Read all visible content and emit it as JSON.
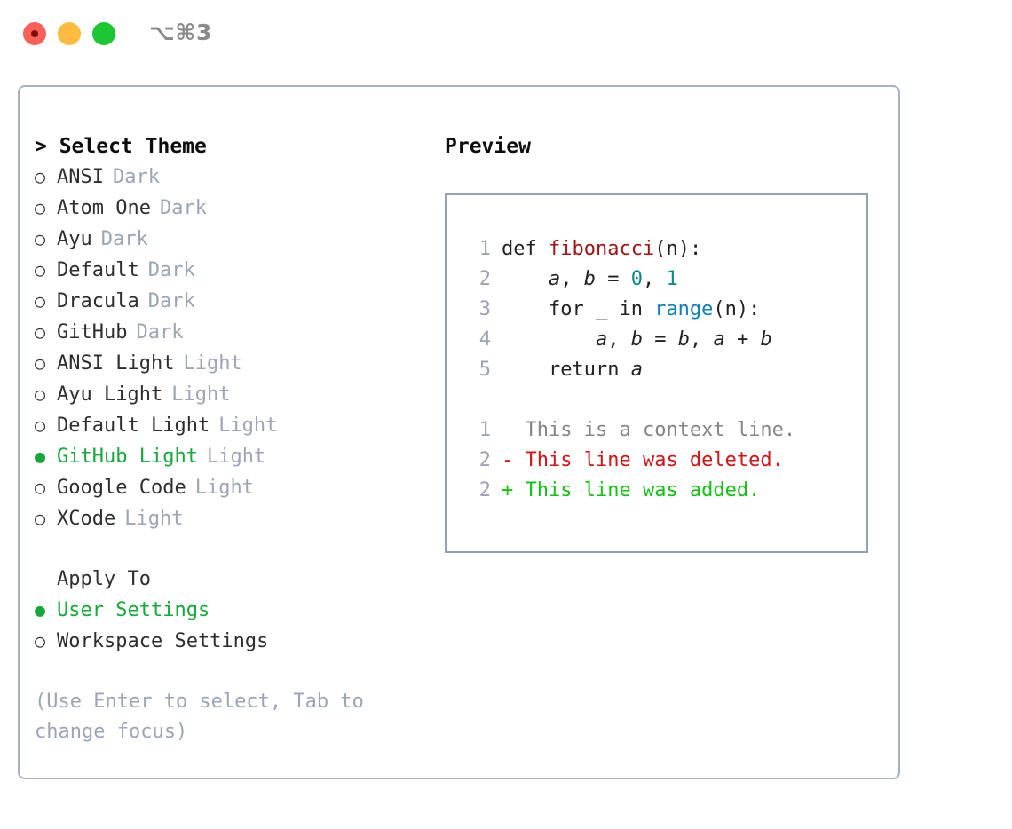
{
  "titlebar": {
    "shortcut": "⌥⌘3",
    "lights": [
      "close",
      "minimize",
      "zoom"
    ]
  },
  "theme_panel": {
    "heading": "> Select Theme",
    "items": [
      {
        "bullet": "○",
        "label": "ANSI",
        "tag": "Dark",
        "selected": false
      },
      {
        "bullet": "○",
        "label": "Atom One",
        "tag": "Dark",
        "selected": false
      },
      {
        "bullet": "○",
        "label": "Ayu",
        "tag": "Dark",
        "selected": false
      },
      {
        "bullet": "○",
        "label": "Default",
        "tag": "Dark",
        "selected": false
      },
      {
        "bullet": "○",
        "label": "Dracula",
        "tag": "Dark",
        "selected": false
      },
      {
        "bullet": "○",
        "label": "GitHub",
        "tag": "Dark",
        "selected": false
      },
      {
        "bullet": "○",
        "label": "ANSI Light",
        "tag": "Light",
        "selected": false
      },
      {
        "bullet": "○",
        "label": "Ayu Light",
        "tag": "Light",
        "selected": false
      },
      {
        "bullet": "○",
        "label": "Default Light",
        "tag": "Light",
        "selected": false
      },
      {
        "bullet": "●",
        "label": "GitHub Light",
        "tag": "Light",
        "selected": true
      },
      {
        "bullet": "○",
        "label": "Google Code",
        "tag": "Light",
        "selected": false
      },
      {
        "bullet": "○",
        "label": "XCode",
        "tag": "Light",
        "selected": false
      }
    ]
  },
  "apply_to": {
    "title": "Apply To",
    "items": [
      {
        "bullet": "●",
        "label": "User Settings",
        "selected": true
      },
      {
        "bullet": "○",
        "label": "Workspace Settings",
        "selected": false
      }
    ]
  },
  "hint": "(Use Enter to select, Tab to change focus)",
  "preview": {
    "heading": "Preview",
    "code_lines": [
      {
        "no": "1",
        "tokens": [
          {
            "t": "def ",
            "k": "plain"
          },
          {
            "t": "fibonacci",
            "k": "fn"
          },
          {
            "t": "(n):",
            "k": "plain"
          }
        ]
      },
      {
        "no": "2",
        "tokens": [
          {
            "t": "    ",
            "k": "plain"
          },
          {
            "t": "a",
            "k": "ital"
          },
          {
            "t": ", ",
            "k": "plain"
          },
          {
            "t": "b",
            "k": "ital"
          },
          {
            "t": " = ",
            "k": "plain"
          },
          {
            "t": "0",
            "k": "num"
          },
          {
            "t": ", ",
            "k": "plain"
          },
          {
            "t": "1",
            "k": "num"
          }
        ]
      },
      {
        "no": "3",
        "tokens": [
          {
            "t": "    for _ in ",
            "k": "plain"
          },
          {
            "t": "range",
            "k": "builtin"
          },
          {
            "t": "(n):",
            "k": "plain"
          }
        ]
      },
      {
        "no": "4",
        "tokens": [
          {
            "t": "        ",
            "k": "plain"
          },
          {
            "t": "a",
            "k": "ital"
          },
          {
            "t": ", ",
            "k": "plain"
          },
          {
            "t": "b",
            "k": "ital"
          },
          {
            "t": " = ",
            "k": "plain"
          },
          {
            "t": "b",
            "k": "ital"
          },
          {
            "t": ", ",
            "k": "plain"
          },
          {
            "t": "a",
            "k": "ital"
          },
          {
            "t": " + ",
            "k": "plain"
          },
          {
            "t": "b",
            "k": "ital"
          }
        ]
      },
      {
        "no": "5",
        "tokens": [
          {
            "t": "    return ",
            "k": "plain"
          },
          {
            "t": "a",
            "k": "ital"
          }
        ]
      }
    ],
    "diff_lines": [
      {
        "no": "1",
        "marker": "  ",
        "text": "This is a context line.",
        "kind": "context"
      },
      {
        "no": "2",
        "marker": "- ",
        "text": "This line was deleted.",
        "kind": "deleted"
      },
      {
        "no": "2",
        "marker": "+ ",
        "text": "This line was added.",
        "kind": "added"
      }
    ]
  },
  "colors": {
    "accent_green": "#16a83a",
    "tag_gray": "#9ba5b4",
    "border": "#a8b1bf",
    "fn_red": "#a01515",
    "num_teal": "#0b8a86",
    "builtin_blue": "#1082b6",
    "diff_deleted": "#d01616",
    "diff_added": "#13c213",
    "diff_context": "#858585"
  }
}
